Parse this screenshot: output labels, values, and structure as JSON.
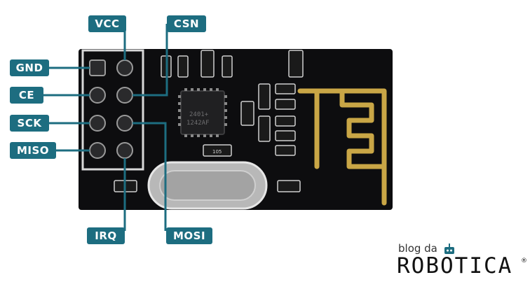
{
  "pins": {
    "vcc": "VCC",
    "csn": "CSN",
    "gnd": "GND",
    "ce": "CE",
    "sck": "SCK",
    "miso": "MISO",
    "irq": "IRQ",
    "mosi": "MOSI"
  },
  "chip": {
    "line1": "2401+",
    "line2": "1242AF"
  },
  "resistor_code": "105",
  "logo": {
    "top": "blog da",
    "main": "ROBOTICA",
    "registered": "®"
  },
  "colors": {
    "label_bg": "#1d6d80",
    "board": "#0d0d0f",
    "antenna": "#c9a646"
  }
}
